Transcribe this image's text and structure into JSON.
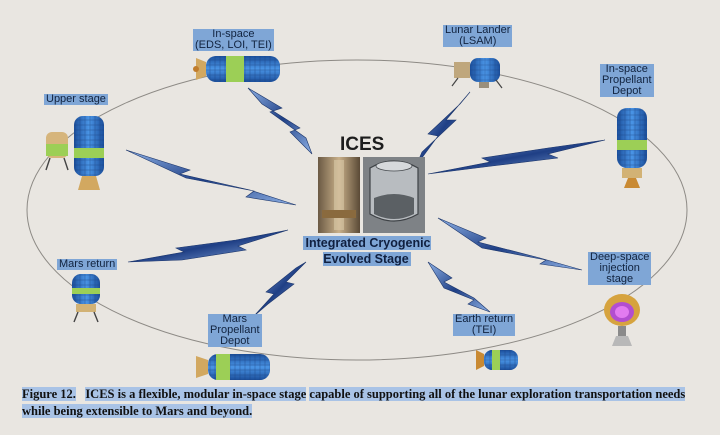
{
  "center": {
    "title": "ICES",
    "subtitle": "Integrated Cryogenic\nEvolved Stage"
  },
  "nodes": {
    "in_space": "In-space\n(EDS, LOI, TEI)",
    "lunar_lander": "Lunar Lander\n(LSAM)",
    "propellant_depot": "In-space\nPropellant\nDepot",
    "upper_stage": "Upper stage",
    "mars_return": "Mars return",
    "deep_space": "Deep-space\ninjection\nstage",
    "mars_depot": "Mars\nPropellant\nDepot",
    "earth_return": "Earth return\n(TEI)"
  },
  "caption": {
    "label": "Figure 12.",
    "text_part1": "ICES is a flexible, modular in-space stage",
    "text_part2": "capable of supporting all of the lunar exploration transportation needs while being extensible to Mars and beyond."
  },
  "colors": {
    "background": "#e9e6e1",
    "label_fill": "#7fa6d6",
    "bolt_dark": "#1f3f85",
    "bolt_light": "#8fb2e6",
    "tank_blue": "#2e77d0",
    "tank_green": "#9ccf56"
  }
}
